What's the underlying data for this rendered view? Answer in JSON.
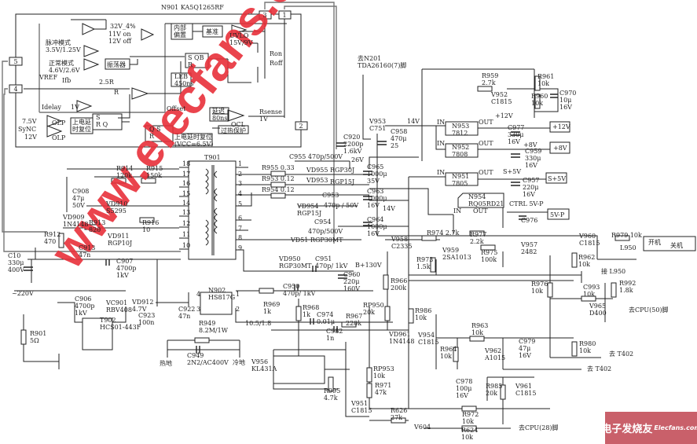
{
  "title": "N901  KA5Q1265RF",
  "watermark": "www.elecfans.com",
  "logo": {
    "cn": "电子发烧友",
    "en": "Elecfans.com"
  },
  "labels": {
    "title": [
      "N901  KA5Q1265RF"
    ],
    "pin3": [
      "3"
    ],
    "pin1": [
      "1"
    ],
    "pin5": [
      "5"
    ],
    "pin4": [
      "4"
    ],
    "pin2": [
      "2"
    ],
    "v32": [
      "32V_4%"
    ],
    "v11": [
      "11V  on",
      "12V  off"
    ],
    "bias": [
      "内部",
      "偏置"
    ],
    "ref": [
      "基准"
    ],
    "uvlo": [
      "UVLO",
      "15V/9V"
    ],
    "burst": [
      "脉冲模式",
      "3.5V/1.25V"
    ],
    "normal": [
      "正常模式",
      "4.6V/2.6V"
    ],
    "osc": [
      "振荡器"
    ],
    "sqb": [
      "S  QB",
      "R"
    ],
    "leb": [
      "LEB",
      "450ns"
    ],
    "ron": [
      "Ron"
    ],
    "roff": [
      "Roff"
    ],
    "vref": [
      "VREF"
    ],
    "ifb": [
      "Ifb"
    ],
    "r25": [
      "2.5R"
    ],
    "rr": [
      "R"
    ],
    "idelay": [
      "Idelay"
    ],
    "v1a": [
      "1V"
    ],
    "offset": [
      "Offset"
    ],
    "v75": [
      "7.5V"
    ],
    "sync": [
      "SyNC"
    ],
    "v12": [
      "12V"
    ],
    "olp1": [
      "OLP"
    ],
    "olp2": [
      "OLP"
    ],
    "pordelay": [
      "上电延",
      "时复位"
    ],
    "srq": [
      "S",
      "R     Q"
    ],
    "delay80": [
      "延迟",
      "80ns"
    ],
    "ocl": [
      "OCL"
    ],
    "rsense": [
      "Rsense",
      "1V"
    ],
    "otp": [
      "过热保护"
    ],
    "qsr": [
      "Q    S",
      "      R"
    ],
    "por65": [
      "上电延时复位",
      "(VCC=6.5V)"
    ],
    "n201": [
      "去N201",
      "TDA26160(7)脚"
    ],
    "r959": [
      "R959",
      "2.7k"
    ],
    "v952": [
      "V952",
      "C1815"
    ],
    "r961": [
      "R961",
      "10k"
    ],
    "r960": [
      "R960",
      "10k"
    ],
    "c970": [
      "C970",
      "10μ",
      "16V"
    ],
    "v953": [
      "V953",
      "C751"
    ],
    "v14a": [
      "14V"
    ],
    "c958": [
      "C958",
      "470μ",
      "25"
    ],
    "in1": [
      "IN"
    ],
    "out1": [
      "OUT"
    ],
    "n953": [
      "N953",
      "7812"
    ],
    "p12": [
      "+12V"
    ],
    "c977": [
      "C977",
      "330μ",
      "16V"
    ],
    "b12": [
      "+12V"
    ],
    "in2": [
      "IN"
    ],
    "out2": [
      "OUT"
    ],
    "n952": [
      "N952",
      "7808"
    ],
    "p8": [
      "+8V"
    ],
    "c959": [
      "C959",
      "330μ",
      "16V"
    ],
    "b8": [
      "+8V"
    ],
    "in3": [
      "IN"
    ],
    "out3": [
      "OUT"
    ],
    "n951": [
      "N951",
      "7805"
    ],
    "s5": [
      "S+5V"
    ],
    "c957": [
      "C957",
      "220μ",
      "16V"
    ],
    "bs5": [
      "S+5V"
    ],
    "n954": [
      "N954",
      "RQ05RD21"
    ],
    "in4": [
      "IN"
    ],
    "out4": [
      "OUT"
    ],
    "ctrl": [
      "CTRL  5V-P"
    ],
    "c976": [
      "C976"
    ],
    "b5p": [
      "5V-P"
    ],
    "c920": [
      "C920",
      "2200p",
      "1.6kV"
    ],
    "c955": [
      "C955  470p/500V"
    ],
    "v26": [
      "26V"
    ],
    "c965": [
      "C965",
      "1000μ",
      "35V"
    ],
    "r955": [
      "R955  0.33"
    ],
    "vd955": [
      "VD955  RGP30J"
    ],
    "r953": [
      "R953  0.12"
    ],
    "vd953": [
      "VD953"
    ],
    "rgp15j": [
      "RGP15J"
    ],
    "c953": [
      "C953"
    ],
    "c953v": [
      "470p / 50V"
    ],
    "r954": [
      "R954  0.12"
    ],
    "vd954": [
      "VD954",
      "RGP15J"
    ],
    "c954": [
      "C954"
    ],
    "c954v": [
      "470p/500V"
    ],
    "c963": [
      "C963",
      "1000μ",
      "16V"
    ],
    "v14b": [
      "14V"
    ],
    "c964": [
      "C964",
      "1000μ",
      "16V"
    ],
    "t901": [
      "T901"
    ],
    "tl18": [
      "18"
    ],
    "tl17": [
      "17"
    ],
    "tl16": [
      "16"
    ],
    "tl15": [
      "15"
    ],
    "tl14": [
      "14"
    ],
    "tl13": [
      "13"
    ],
    "tl12": [
      "12"
    ],
    "tl11": [
      "11"
    ],
    "tl10": [
      "10"
    ],
    "tr1": [
      "1"
    ],
    "tr2": [
      "2"
    ],
    "tr3": [
      "3"
    ],
    "tr4": [
      "4"
    ],
    "tr5": [
      "5"
    ],
    "tr6": [
      "6"
    ],
    "tr7": [
      "7"
    ],
    "tr8": [
      "8"
    ],
    "tr9": [
      "9"
    ],
    "r914": [
      "R914",
      "120k"
    ],
    "r915": [
      "R915",
      "150k"
    ],
    "c908": [
      "C908",
      "47μ",
      "50V"
    ],
    "vd910": [
      "VD910",
      "S5295"
    ],
    "vd909": [
      "VD909",
      "1N4148"
    ],
    "r913": [
      "R913",
      "820"
    ],
    "r916": [
      "R916",
      "10"
    ],
    "vd911": [
      "VD911",
      "RGP10J"
    ],
    "r912": [
      "R912",
      "470"
    ],
    "c913": [
      "C913",
      "47n"
    ],
    "vd51": [
      "VD51   RGP30MT"
    ],
    "vd950": [
      "VD950",
      "RGP30MT"
    ],
    "c951": [
      "C951",
      "470p/ 1kV"
    ],
    "c950": [
      "C950",
      "470p/ 1kV"
    ],
    "b130": [
      "B+130V"
    ],
    "c960": [
      "C960",
      "220μ",
      "160V"
    ],
    "c10": [
      "C10",
      "330μ",
      "400V"
    ],
    "ac220": [
      "~220V"
    ],
    "c907": [
      "C907",
      "4700p",
      "1kV"
    ],
    "c906": [
      "C906",
      "4700p",
      "1kV"
    ],
    "vc901": [
      "VC901",
      "RBV408"
    ],
    "t902": [
      "T902",
      "HCS01-443F"
    ],
    "r901": [
      "R901",
      "5Ω"
    ],
    "n902": [
      "N902",
      "HS817G"
    ],
    "op1": [
      "1"
    ],
    "op2": [
      "2"
    ],
    "op3": [
      "3"
    ],
    "op4": [
      "4"
    ],
    "vd912": [
      "VD912",
      "4.7V"
    ],
    "c923": [
      "C923",
      "100n"
    ],
    "c922": [
      "C922",
      "47n"
    ],
    "r969": [
      "R969",
      "1k"
    ],
    "r968": [
      "R968",
      "1k"
    ],
    "v105": [
      "10.5/1.8"
    ],
    "c974": [
      "C974",
      "0.01μ"
    ],
    "r949": [
      "R949",
      "8.2M/1W"
    ],
    "c949": [
      "C949",
      "2N2/AC400V"
    ],
    "hot": [
      "热地"
    ],
    "cold": [
      "冷地"
    ],
    "v956": [
      "V956",
      "KL431A"
    ],
    "r995": [
      "R995",
      "4.7k"
    ],
    "c982": [
      "C982",
      "1n"
    ],
    "r967": [
      "R967",
      "220k"
    ],
    "rp950": [
      "RP950",
      "20k"
    ],
    "r974": [
      "R974  2.7k"
    ],
    "r977": [
      "R977",
      "2.2k"
    ],
    "v958": [
      "V958",
      "C2335"
    ],
    "v959": [
      "V959",
      "2SA1013"
    ],
    "r973": [
      "R973",
      "1.5k"
    ],
    "r975": [
      "R975",
      "100k"
    ],
    "v957": [
      "V957",
      "2482"
    ],
    "v960": [
      "V960",
      "C1815"
    ],
    "r979": [
      "R979  10k"
    ],
    "l950": [
      "L950"
    ],
    "on": [
      "开机"
    ],
    "off": [
      "关机"
    ],
    "r962": [
      "R962",
      "10k"
    ],
    "tol950": [
      "接 L950"
    ],
    "r966": [
      "R966",
      "200k"
    ],
    "r976": [
      "R976",
      "10k"
    ],
    "c993": [
      "C993",
      "10k"
    ],
    "r992": [
      "R992",
      "1.8k"
    ],
    "v965": [
      "V965",
      "D400"
    ],
    "cpu50": [
      "去CPU(50)脚"
    ],
    "r986": [
      "R986",
      "10k"
    ],
    "vd961": [
      "VD961",
      "1N4148"
    ],
    "v954": [
      "V954",
      "C1815"
    ],
    "r963": [
      "R963",
      "10k"
    ],
    "r964": [
      "R964",
      "10k"
    ],
    "c979": [
      "C979",
      "47μ",
      "16V"
    ],
    "v962": [
      "V962",
      "A1015"
    ],
    "r980": [
      "R980",
      "10k"
    ],
    "t402a": [
      "去 T402"
    ],
    "t402b": [
      "去 T402"
    ],
    "c978": [
      "C978",
      "100μ",
      "16V"
    ],
    "r985": [
      "R985",
      "20k"
    ],
    "v961": [
      "V961",
      "C1815"
    ],
    "rp953": [
      "RP953",
      "10k"
    ],
    "r971": [
      "R971",
      "47k"
    ],
    "v951": [
      "V951",
      "C1815"
    ],
    "r626": [
      "R626",
      "27k"
    ],
    "r972": [
      "R972",
      "10k"
    ],
    "v604": [
      "V604"
    ],
    "r624": [
      "R624",
      "10k"
    ],
    "cpu28": [
      "去CPU(28)脚"
    ]
  }
}
